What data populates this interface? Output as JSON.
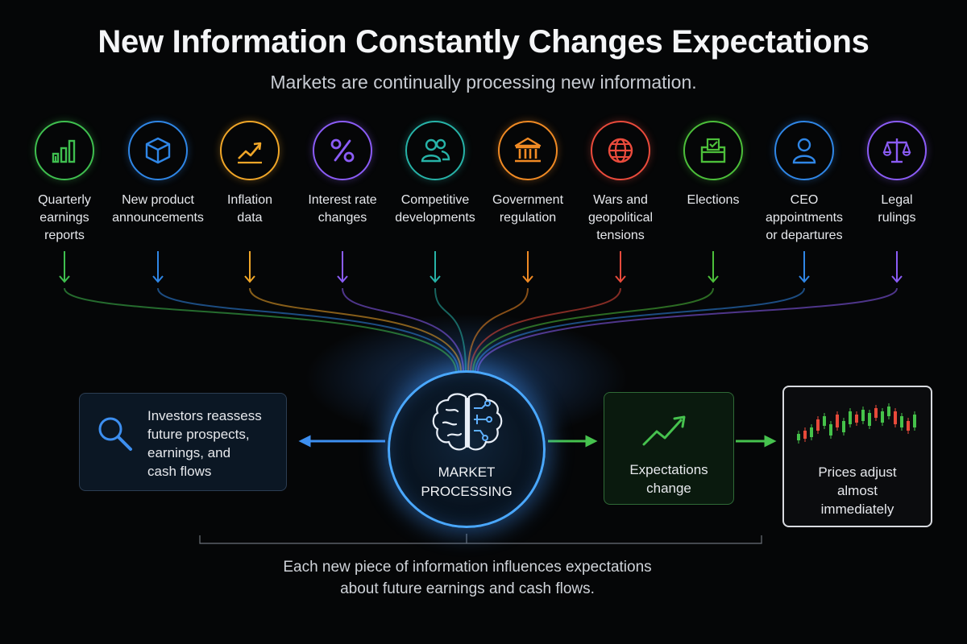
{
  "title": "New Information Constantly Changes Expectations",
  "subtitle": "Markets are continually processing new information.",
  "sources": [
    {
      "label": "Quarterly\nearnings\nreports",
      "icon": "bar-chart-icon",
      "color": "#3fbf4f"
    },
    {
      "label": "New product\nannouncements",
      "icon": "product-box-icon",
      "color": "#2f86e6"
    },
    {
      "label": "Inflation\ndata",
      "icon": "trend-up-icon",
      "color": "#f0a628"
    },
    {
      "label": "Interest rate\nchanges",
      "icon": "percent-icon",
      "color": "#8b5cf6"
    },
    {
      "label": "Competitive\ndevelopments",
      "icon": "people-icon",
      "color": "#27b3a8"
    },
    {
      "label": "Government\nregulation",
      "icon": "government-building-icon",
      "color": "#f08a24"
    },
    {
      "label": "Wars and\ngeopolitical\ntensions",
      "icon": "globe-icon",
      "color": "#ea4b3c"
    },
    {
      "label": "Elections",
      "icon": "ballot-box-icon",
      "color": "#4cbf3a"
    },
    {
      "label": "CEO\nappointments\nor departures",
      "icon": "person-icon",
      "color": "#2f86e6"
    },
    {
      "label": "Legal\nrulings",
      "icon": "scales-icon",
      "color": "#8b5cf6"
    }
  ],
  "hub": {
    "label": "MARKET\nPROCESSING",
    "icon": "brain-icon",
    "color": "#4aa8ff"
  },
  "investors_box": {
    "text": "Investors reassess\nfuture prospects,\nearnings, and\ncash flows",
    "icon": "magnifier-icon"
  },
  "expectations_box": {
    "text": "Expectations\nchange",
    "icon": "trend-up-icon"
  },
  "prices_box": {
    "text": "Prices adjust\nalmost\nimmediately",
    "icon": "candlestick-chart-icon"
  },
  "caption": "Each new piece of information influences expectations\nabout future earnings and cash flows."
}
